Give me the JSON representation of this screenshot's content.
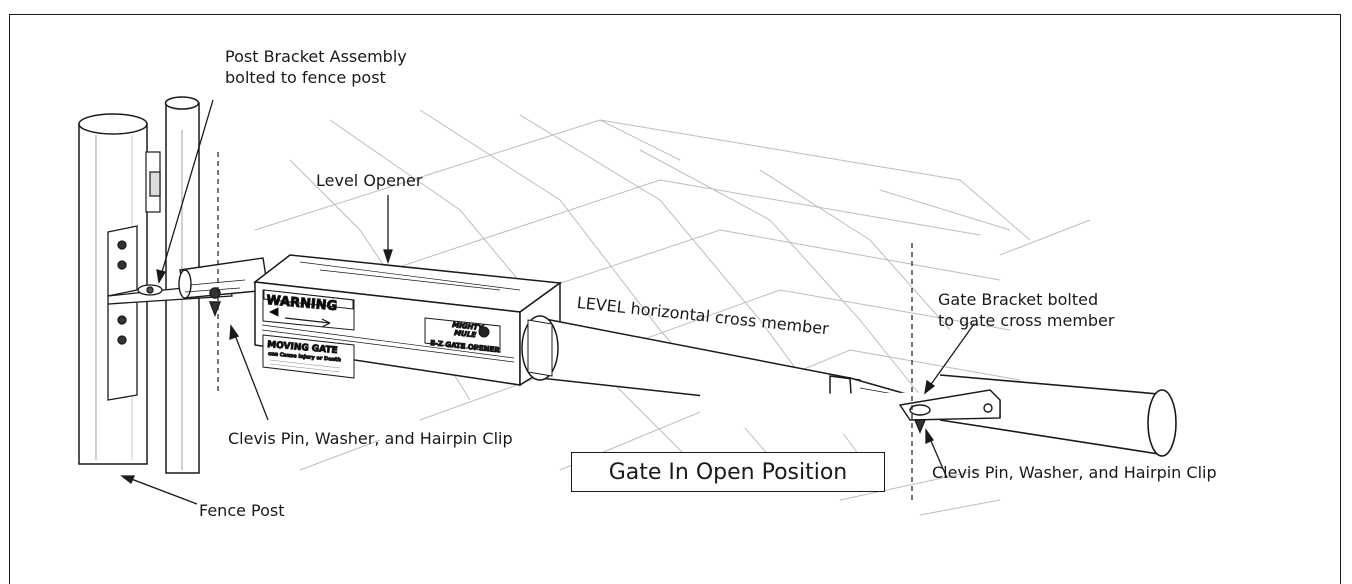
{
  "labels": {
    "post_bracket": [
      "Post Bracket Assembly",
      "bolted to fence post"
    ],
    "level_opener": "Level Opener",
    "cross_member": "LEVEL horizontal cross member",
    "gate_bracket": [
      "Gate Bracket bolted",
      "to gate cross member"
    ],
    "clevis_left": "Clevis Pin, Washer, and Hairpin Clip",
    "clevis_right": "Clevis Pin, Washer, and Hairpin Clip",
    "fence_post": "Fence Post",
    "caption": "Gate In Open Position"
  },
  "opener_decals": {
    "warning": "WARNING",
    "moving_gate": "MOVING GATE",
    "moving_gate_sub": "can Cause Injury or Death",
    "brand_top": "MIGHTY",
    "brand_mid": "MULE",
    "brand_name": "E-Z GATE OPENER"
  }
}
